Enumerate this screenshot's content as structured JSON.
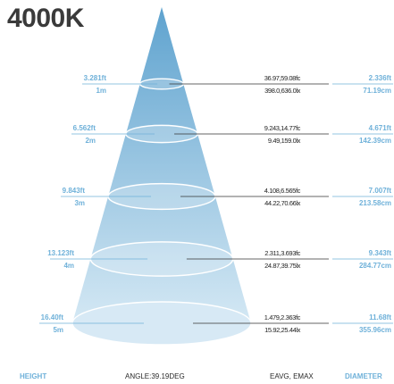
{
  "title": "4000K",
  "rows": [
    {
      "height_ft": "3.281ft",
      "height_m": "1m",
      "illum_fc": "36.97,59.08fc",
      "illum_lx": "398.0,636.0lx",
      "diam_ft": "2.336ft",
      "diam_cm": "71.19cm"
    },
    {
      "height_ft": "6.562ft",
      "height_m": "2m",
      "illum_fc": "9.243,14.77fc",
      "illum_lx": "9.49,159.0lx",
      "diam_ft": "4.671ft",
      "diam_cm": "142.39cm"
    },
    {
      "height_ft": "9.843ft",
      "height_m": "3m",
      "illum_fc": "4.108,6.565fc",
      "illum_lx": "44.22,70.66lx",
      "diam_ft": "7.007ft",
      "diam_cm": "213.58cm"
    },
    {
      "height_ft": "13.123ft",
      "height_m": "4m",
      "illum_fc": "2.311,3.693fc",
      "illum_lx": "24.87,39.75lx",
      "diam_ft": "9.343ft",
      "diam_cm": "284.77cm"
    },
    {
      "height_ft": "16.40ft",
      "height_m": "5m",
      "illum_fc": "1.479,2.363fc",
      "illum_lx": "15.92,25.44lx",
      "diam_ft": "11.68ft",
      "diam_cm": "355.96cm"
    }
  ],
  "footer": {
    "height": "HEIGHT",
    "angle": "ANGLE:39.19DEG",
    "eavg": "EAVG, EMAX",
    "diameter": "DIAMETER"
  },
  "colors": {
    "accent": "#6fb1d9",
    "cone_top": "#5fa3cf",
    "cone_bottom": "#d4e8f4",
    "line": "#333333",
    "title": "#3a3a3a"
  }
}
